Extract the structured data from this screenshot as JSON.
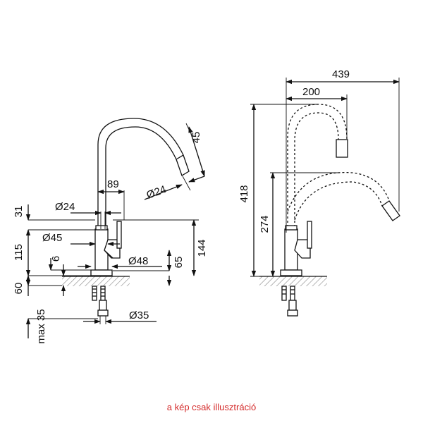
{
  "caption": "a kép csak illusztráció",
  "colors": {
    "line": "#111111",
    "caption": "#d42a2a",
    "hatch": "#888888"
  },
  "left_view": {
    "dims": {
      "d45_top": "45",
      "d89": "89",
      "d24_spout": "Ø24",
      "d31": "31",
      "d24_body": "Ø24",
      "d45_body": "Ø45",
      "d115": "115",
      "d144": "144",
      "d6": "6",
      "d48": "Ø48",
      "d65": "65",
      "d60": "60",
      "d35": "Ø35",
      "max35": "max 35"
    }
  },
  "right_view": {
    "dims": {
      "d439": "439",
      "d200": "200",
      "d418": "418",
      "d274": "274"
    }
  }
}
